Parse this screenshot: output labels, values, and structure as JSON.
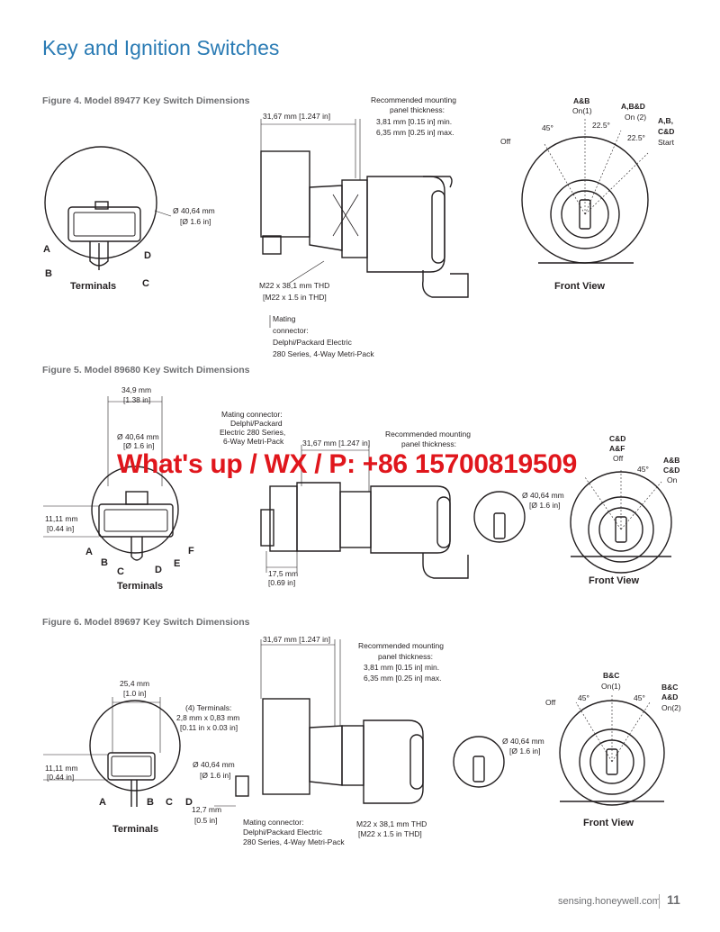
{
  "page": {
    "title": "Key and Ignition Switches",
    "watermark": "What's up / WX / P: +86 15700819509",
    "footer_url": "sensing.honeywell.com",
    "page_number": "11"
  },
  "fig4": {
    "caption": "Figure 4. Model 89477 Key Switch Dimensions",
    "dim_length": "31,67 mm [1.247 in]",
    "mount_1": "Recommended mounting",
    "mount_2": "panel thickness:",
    "mount_3": "3,81 mm [0.15 in] min.",
    "mount_4": "6,35 mm [0.25 in] max.",
    "dia_1": "Ø 40,64 mm",
    "dia_2": "[Ø 1.6 in]",
    "thd_1": "M22 x 38,1 mm THD",
    "thd_2": "[M22 x 1.5 in THD]",
    "conn_1": "Mating",
    "conn_2": "connector:",
    "conn_3": "Delphi/Packard Electric",
    "conn_4": "280 Series, 4-Way Metri-Pack",
    "term_a": "A",
    "term_b": "B",
    "term_c": "C",
    "term_d": "D",
    "terminals": "Terminals",
    "pos_ab": "A&B",
    "pos_on1": "On(1)",
    "pos_abd": "A,B&D",
    "pos_on2": "On (2)",
    "pos_abcd_1": "A,B,",
    "pos_abcd_2": "C&D",
    "pos_start": "Start",
    "pos_off": "Off",
    "ang_45": "45°",
    "ang_225a": "22.5°",
    "ang_225b": "22.5°",
    "front_view": "Front View"
  },
  "fig5": {
    "caption": "Figure 5. Model 89680 Key Switch Dimensions",
    "w_1": "34,9 mm",
    "w_2": "[1.38 in]",
    "dia_1": "Ø 40,64 mm",
    "dia_2": "[Ø 1.6 in]",
    "conn_1": "Mating connector:",
    "conn_2": "Delphi/Packard",
    "conn_3": "Electric 280 Series,",
    "conn_4": "6-Way Metri-Pack",
    "dim_length": "31,67 mm [1.247 in]",
    "mount_1": "Recommended mounting",
    "mount_2": "panel thickness:",
    "h_1": "11,11 mm",
    "h_2": "[0.44 in]",
    "d_1": "17,5 mm",
    "d_2": "[0.69 in]",
    "dia2_1": "Ø 40,64 mm",
    "dia2_2": "[Ø 1.6 in]",
    "term_a": "A",
    "term_b": "B",
    "term_c": "C",
    "term_d": "D",
    "term_e": "E",
    "term_f": "F",
    "terminals": "Terminals",
    "pos_cd": "C&D",
    "pos_af": "A&F",
    "pos_off": "Off",
    "pos_ab": "A&B",
    "pos_cd2": "C&D",
    "pos_on": "On",
    "ang_45": "45°",
    "front_view": "Front View"
  },
  "fig6": {
    "caption": "Figure 6. Model 89697 Key Switch Dimensions",
    "dim_length": "31,67 mm [1.247 in]",
    "mount_1": "Recommended mounting",
    "mount_2": "panel thickness:",
    "mount_3": "3,81 mm [0.15 in] min.",
    "mount_4": "6,35 mm [0.25 in] max.",
    "w_1": "25,4 mm",
    "w_2": "[1.0 in]",
    "t_1": "(4) Terminals:",
    "t_2": "2,8 mm x 0,83 mm",
    "t_3": "[0.11 in x 0.03 in]",
    "h_1": "11,11 mm",
    "h_2": "[0.44 in]",
    "dia_1": "Ø 40,64 mm",
    "dia_2": "[Ø 1.6 in]",
    "dia2_1": "Ø 40,64 mm",
    "dia2_2": "[Ø 1.6 in]",
    "d_1": "12,7 mm",
    "d_2": "[0.5 in]",
    "conn_1": "Mating connector:",
    "conn_2": "Delphi/Packard Electric",
    "conn_3": "280 Series, 4-Way Metri-Pack",
    "thd_1": "M22 x 38,1 mm THD",
    "thd_2": "[M22 x 1.5 in THD]",
    "term_a": "A",
    "term_b": "B",
    "term_c": "C",
    "term_d": "D",
    "terminals": "Terminals",
    "pos_bc": "B&C",
    "pos_on1": "On(1)",
    "pos_bc2": "B&C",
    "pos_ad": "A&D",
    "pos_on2": "On(2)",
    "pos_off": "Off",
    "ang_45a": "45°",
    "ang_45b": "45°",
    "front_view": "Front View"
  }
}
